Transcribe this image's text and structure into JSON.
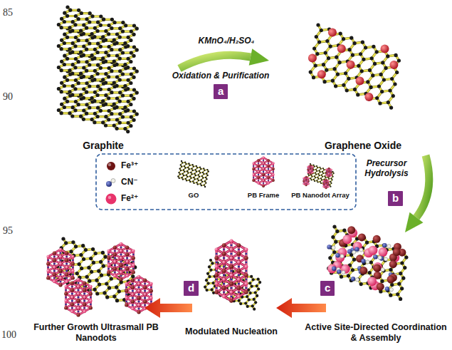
{
  "diagram": {
    "nodes": [
      {
        "text": [
          "a"
        ]
      },
      {
        "text": [
          "b"
        ]
      },
      {
        "text": [
          "c"
        ]
      },
      {
        "text": [
          "d"
        ]
      }
    ],
    "labels": [
      "85",
      "90",
      "95",
      "100",
      "Graphite",
      "KMnO₄/H₂SO₄",
      "Oxidation & Purification",
      "Graphene Oxide",
      "GO",
      "PB Frame",
      "PB Nanodot Array",
      "Precursor Hydrolysis",
      "Active Site-Directed Coordination & Assembly",
      "Modulated Nucleation",
      "Further Growth Ultrasmall PB Nanodots"
    ],
    "legend": [
      {
        "text": "Fe³⁺",
        "color": "#6e1414"
      },
      {
        "text": "CN⁻"
      },
      {
        "text": "Fe²⁺",
        "color": "#e8336b"
      }
    ]
  }
}
